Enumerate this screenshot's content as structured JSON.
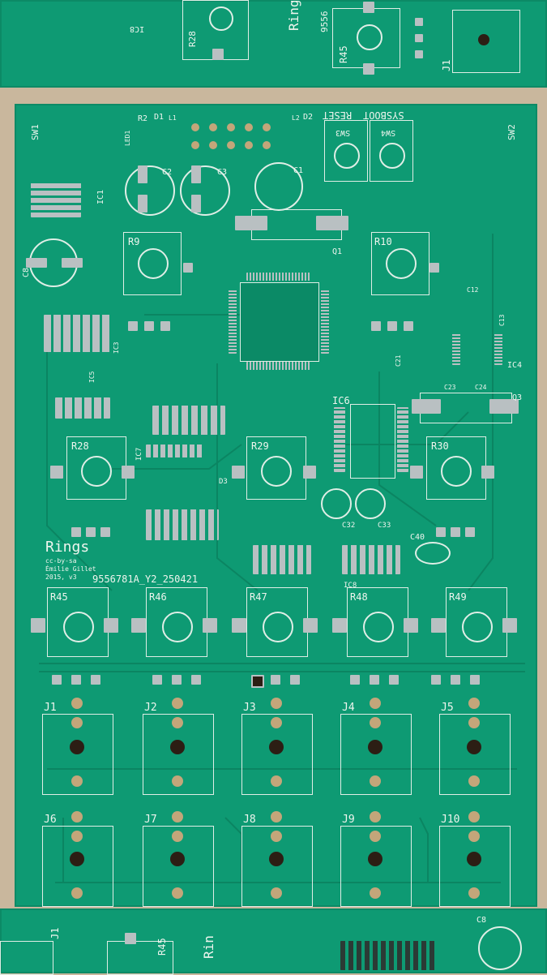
{
  "board": {
    "title": "Rings",
    "license": "cc-by-sa",
    "author": "Émilie Gillet",
    "year": "2015, v3",
    "order_code": "9556781A_Y2_250421",
    "colors": {
      "solder_mask": "#0e9a73",
      "silkscreen": "#eef5ee",
      "pad": "#b9c0c2",
      "hole": "#2c1e14",
      "background": "#c9b79d"
    }
  },
  "top_labels": {
    "sysboot": "SYSBOOT",
    "reset": "RESET",
    "sw1": "SW1",
    "sw2": "SW2",
    "sw3": "SW3",
    "sw4": "SW4",
    "ic1": "IC1",
    "ic3": "IC3",
    "ic4": "IC4",
    "ic5": "IC5",
    "ic6": "IC6",
    "ic7": "IC7",
    "ic8": "IC8",
    "q1": "Q1",
    "q3": "Q3",
    "r2": "R2",
    "d1": "D1",
    "l1": "L1",
    "l2": "L2",
    "d2": "D2",
    "led1": "LED1",
    "c1": "C1",
    "c2": "C2",
    "c3": "C3",
    "c8": "C8",
    "c12": "C12",
    "c13": "C13",
    "c21": "C21",
    "c23": "C23",
    "c24": "C24",
    "c32": "C32",
    "c33": "C33",
    "c40": "C40",
    "d3": "D3"
  },
  "pots_upper": [
    "R9",
    "R10"
  ],
  "pots_mid": [
    "R28",
    "R29",
    "R30"
  ],
  "pots_lower": [
    "R45",
    "R46",
    "R47",
    "R48",
    "R49"
  ],
  "jacks_row1": [
    "J1",
    "J2",
    "J3",
    "J4",
    "J5"
  ],
  "jacks_row2": [
    "J6",
    "J7",
    "J8",
    "J9",
    "J10"
  ],
  "neighbor_top": {
    "title": "Rings",
    "pot": "R45",
    "jack": "J1",
    "code": "9556",
    "pot2": "R28",
    "ic": "IC8"
  },
  "neighbor_bottom": {
    "title": "Rin",
    "pot": "R45",
    "jack": "J1",
    "cap": "C8"
  }
}
